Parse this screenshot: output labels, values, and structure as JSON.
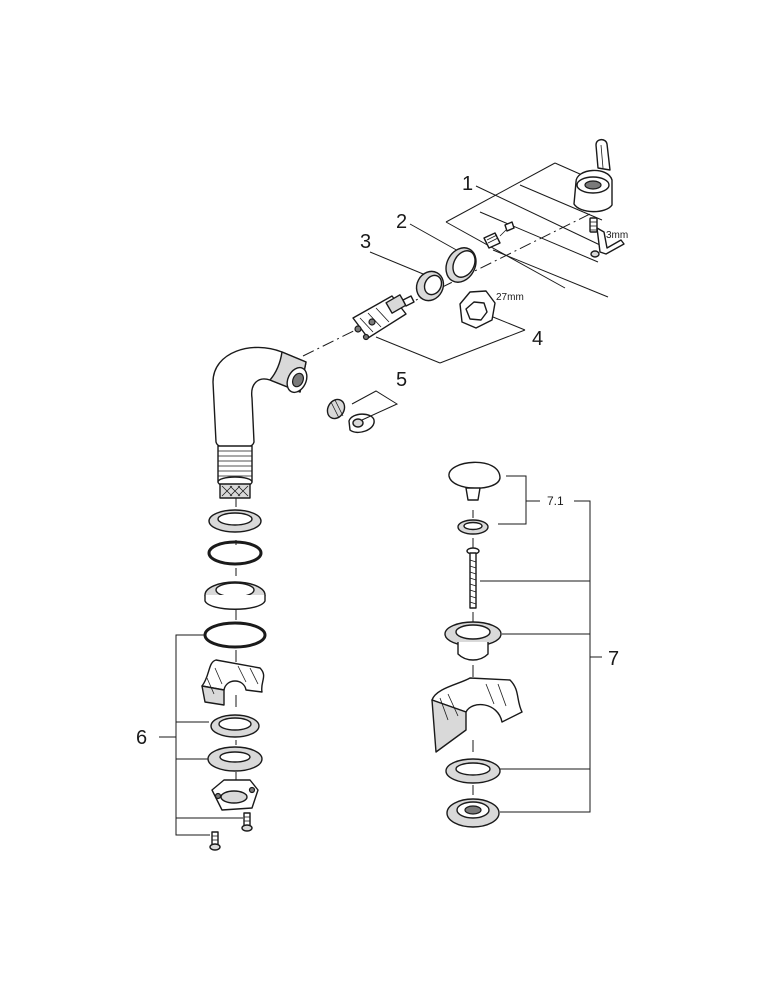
{
  "callouts": {
    "c1": "1",
    "c2": "2",
    "c3": "3",
    "c4": "4",
    "c5": "5",
    "c6": "6",
    "c7": "7",
    "c71": "7.1"
  },
  "dimensions": {
    "wrench_size": "27mm",
    "allen_key_size": "3mm"
  }
}
